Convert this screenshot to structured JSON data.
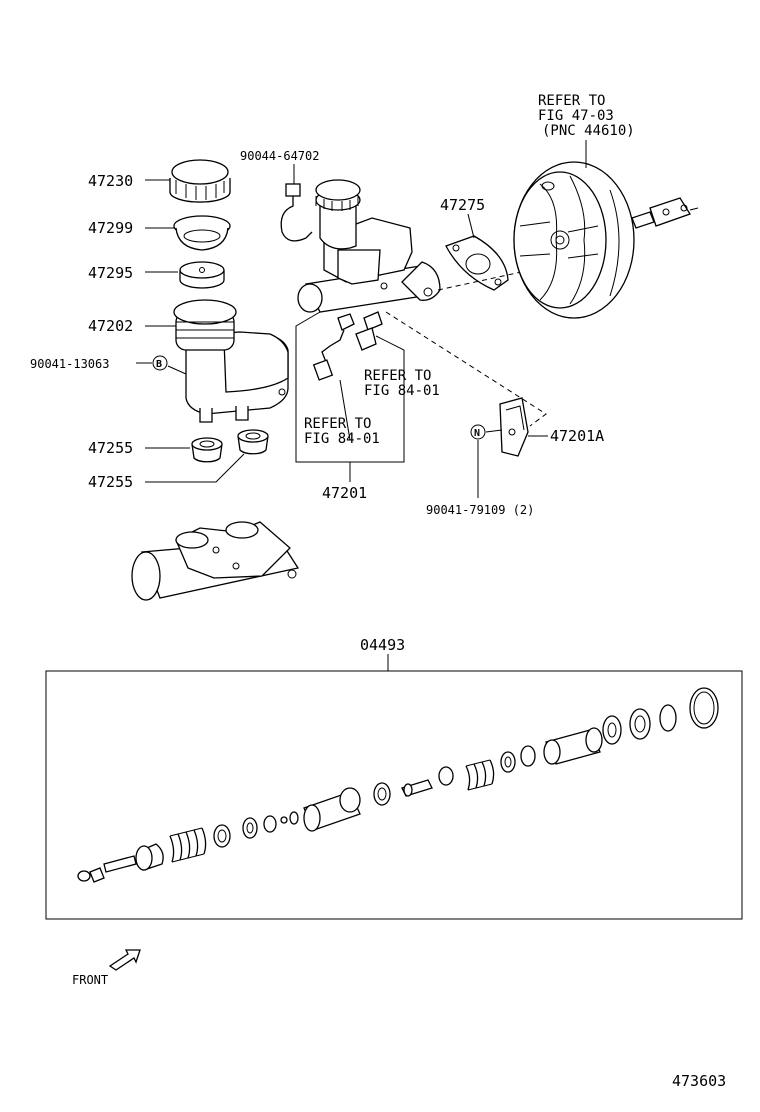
{
  "labels": {
    "p47230": "47230",
    "p47299": "47299",
    "p47295": "47295",
    "p47202": "47202",
    "p90041_13063": "90041-13063",
    "p47255_a": "47255",
    "p47255_b": "47255",
    "p90044_64702": "90044-64702",
    "p47275": "47275",
    "p47201": "47201",
    "p47201A": "47201A",
    "p90041_79109": "90041-79109 (2)",
    "p04493": "04493",
    "front": "FRONT",
    "figure_number": "473603"
  },
  "refs": {
    "booster": [
      "REFER TO",
      "FIG 47-03",
      "(PNC 44610)"
    ],
    "switch_right": [
      "REFER TO",
      "FIG 84-01"
    ],
    "switch_left": [
      "REFER TO",
      "FIG 84-01"
    ]
  },
  "markers": {
    "bolt": "B",
    "nut": "N"
  },
  "icons": [
    "front-arrow-icon",
    "bolt-marker-icon",
    "nut-marker-icon"
  ]
}
